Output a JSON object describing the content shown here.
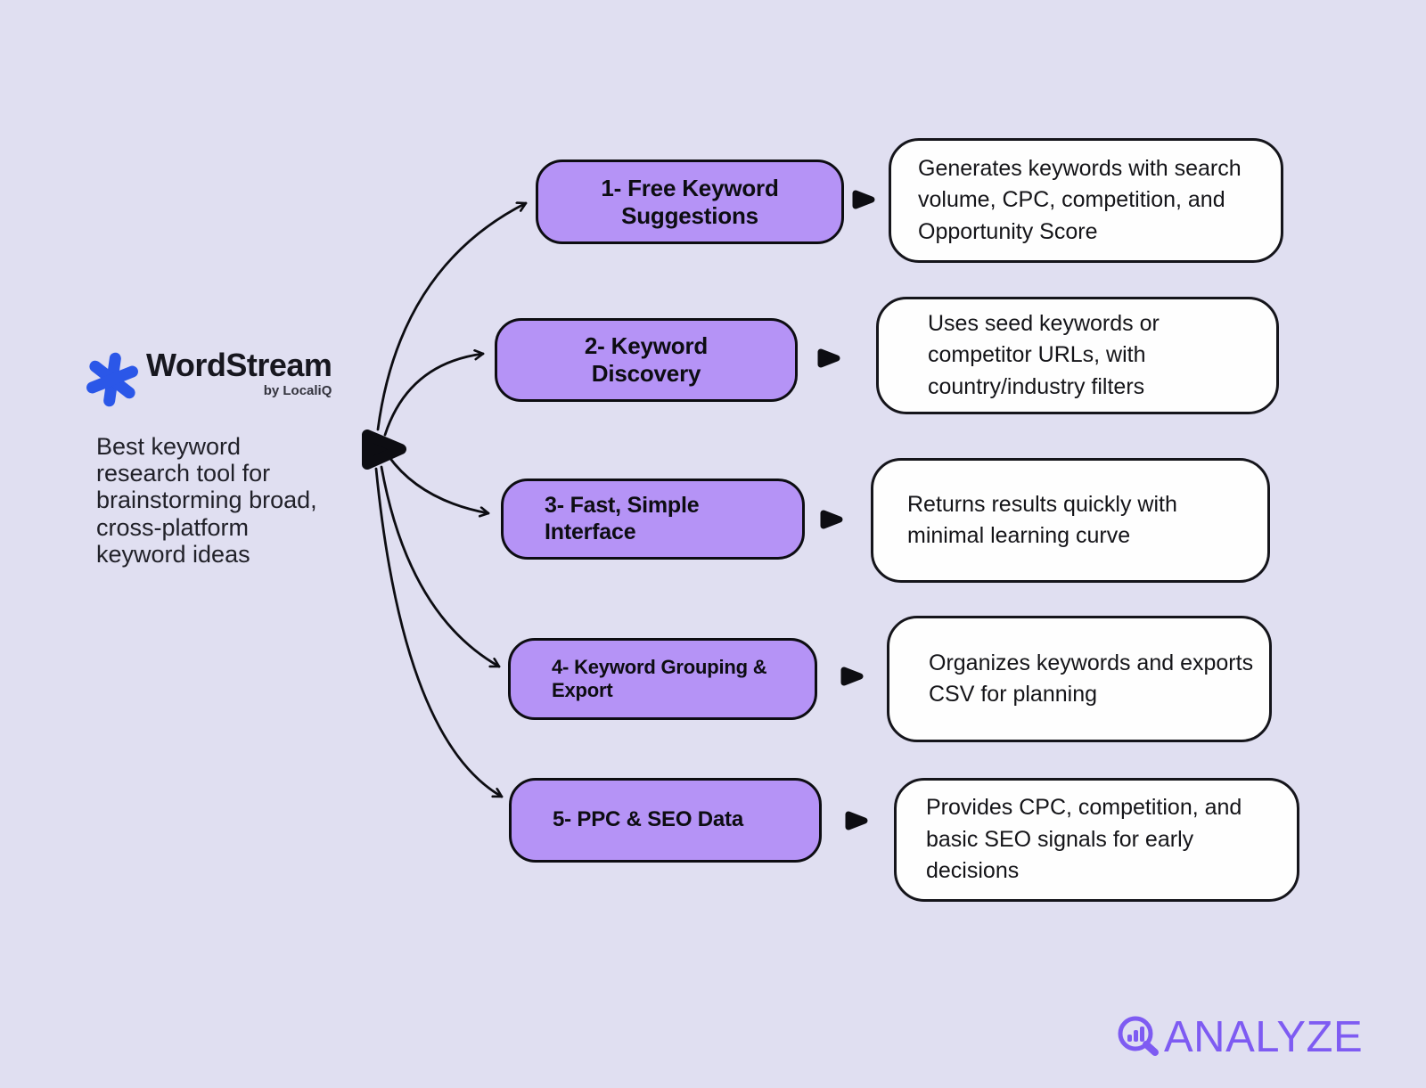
{
  "colors": {
    "background": "#E0DFF1",
    "step_fill": "#B593F6",
    "outline": "#0D0D12",
    "desc_fill": "#FEFEFE",
    "brand_blue": "#2B57E8",
    "watermark_purple": "#7E5BF2"
  },
  "brand": {
    "logo_icon": "scribble-asterisk-icon",
    "name": "WordStream",
    "byline": "by LocaliQ",
    "tagline": "Best keyword research tool for brainstorming broad, cross-platform keyword ideas"
  },
  "rows": [
    {
      "step": "1- Free Keyword Suggestions",
      "description": "Generates keywords with search volume, CPC, competition, and Opportunity Score"
    },
    {
      "step": "2- Keyword Discovery",
      "description": "Uses seed keywords or competitor URLs, with country/industry filters"
    },
    {
      "step": "3- Fast, Simple Interface",
      "description": "Returns results quickly with minimal learning curve"
    },
    {
      "step": "4- Keyword Grouping & Export",
      "description": "Organizes keywords and exports CSV for planning"
    },
    {
      "step": "5- PPC & SEO Data",
      "description": "Provides CPC, competition, and basic SEO signals for early decisions"
    }
  ],
  "watermark": {
    "icon": "magnifier-bar-chart-icon",
    "text": "ANALYZE"
  }
}
